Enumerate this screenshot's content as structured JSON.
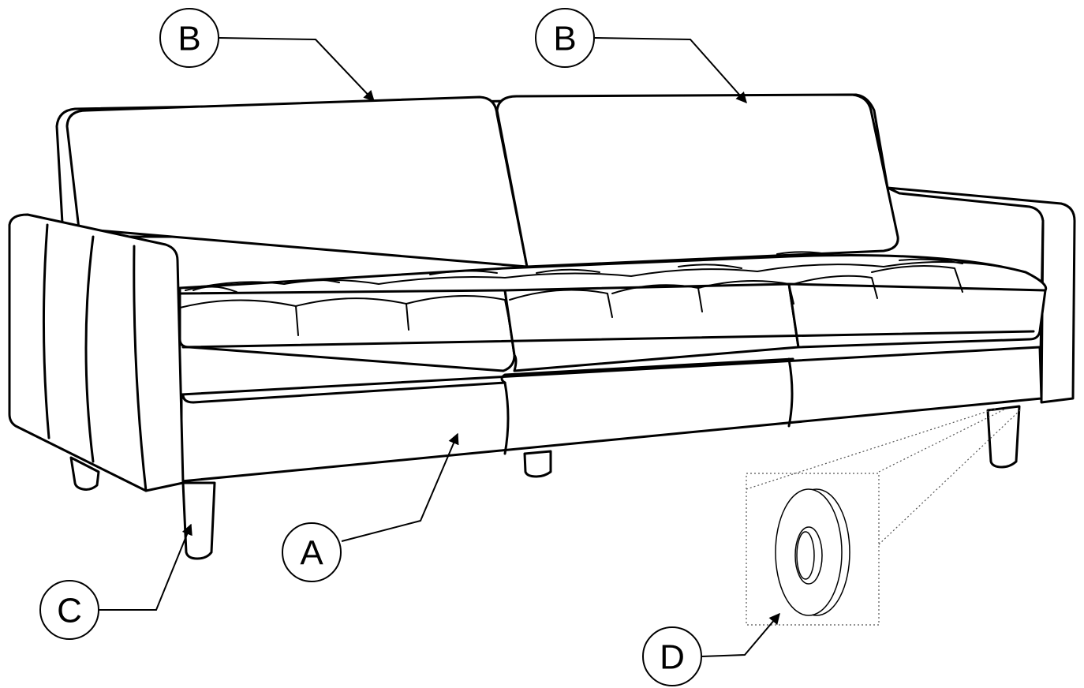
{
  "diagram": {
    "callouts": {
      "a": "A",
      "b_left": "B",
      "b_right": "B",
      "c": "C",
      "d": "D"
    },
    "colors": {
      "line": "#000000",
      "background": "#ffffff",
      "inset_border": "#555555"
    }
  }
}
